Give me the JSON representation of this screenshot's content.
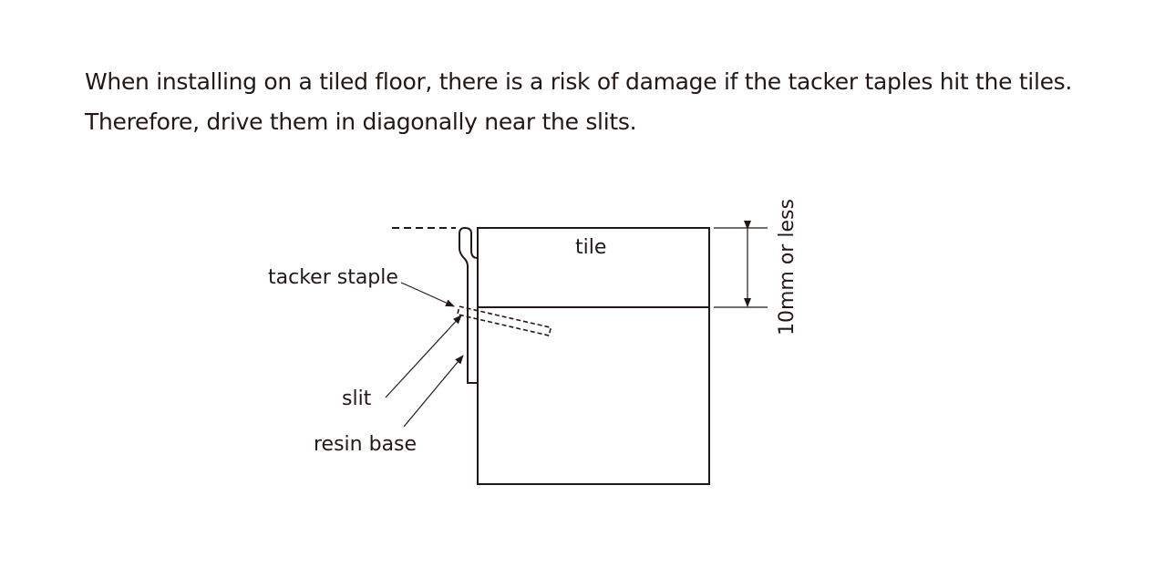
{
  "intro": {
    "line1": "When installing on a tiled floor, there is a risk of damage if the tacker taples hit the tiles.",
    "line2": "Therefore, drive them in diagonally near the slits."
  },
  "diagram": {
    "labels": {
      "tile": "tile",
      "tacker_staple": "tacker staple",
      "slit": "slit",
      "resin_base": "resin base",
      "dimension": "10mm or less"
    },
    "line_color": "#231815"
  }
}
